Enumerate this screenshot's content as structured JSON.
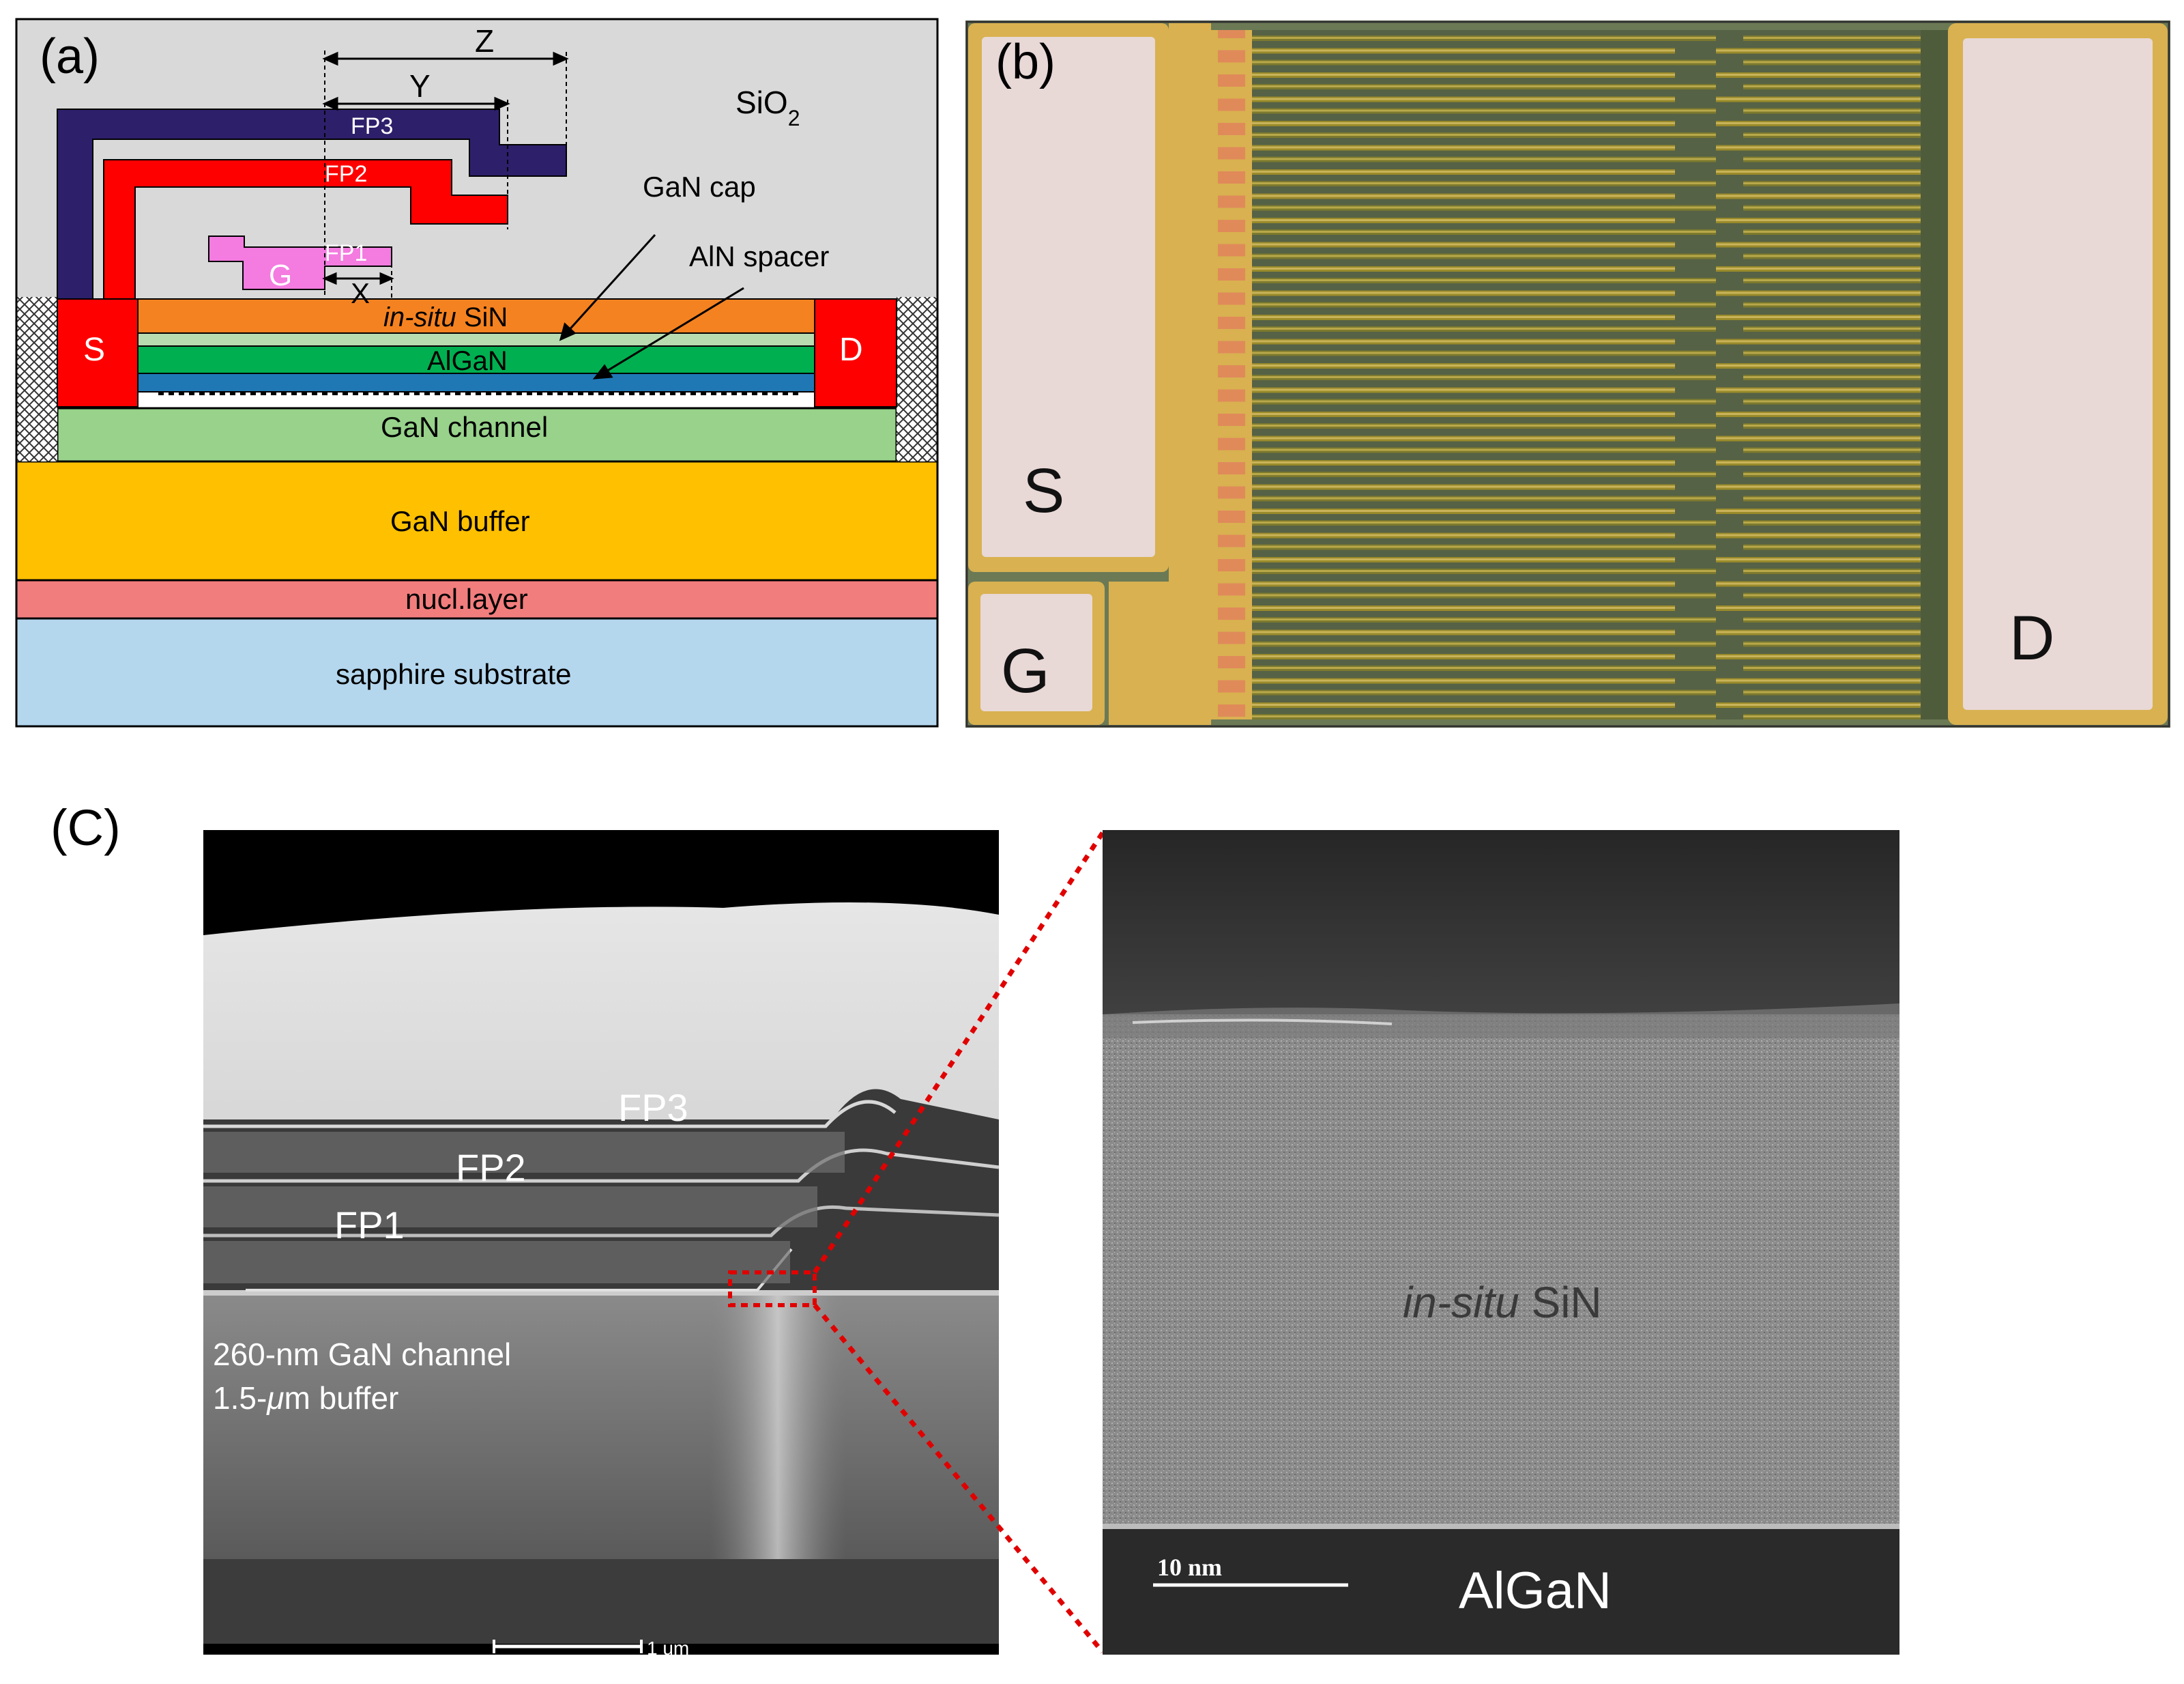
{
  "panel_a": {
    "label": "(a)",
    "sio2_base": "SiO",
    "sio2_sub": "2",
    "dims": {
      "z": "Z",
      "y": "Y",
      "x": "X"
    },
    "plates": {
      "fp3": "FP3",
      "fp2": "FP2",
      "fp1": "FP1",
      "gate": "G"
    },
    "contacts": {
      "source": "S",
      "drain": "D"
    },
    "callouts": {
      "gan_cap": "GaN cap",
      "aln_spacer": "AlN spacer"
    },
    "layers": {
      "insitu_italic": "in-situ",
      "insitu_rest": " SiN",
      "algan": "AlGaN",
      "gan_channel": "GaN channel",
      "gan_buffer": "GaN buffer",
      "nucl": "nucl.layer",
      "substrate": "sapphire substrate"
    },
    "colors": {
      "sio2": "#d9d9d9",
      "fp3": "#2e1f6b",
      "fp2": "#ff0000",
      "gate": "#f47be0",
      "sin": "#f58220",
      "gan_cap": "#b8dcb0",
      "algan": "#00b050",
      "aln": "#1f78b4",
      "channel": "#98d28b",
      "buffer": "#ffc000",
      "nucl": "#f27d7d",
      "substrate": "#b4d7ee"
    }
  },
  "panel_b": {
    "label": "(b)",
    "pads": {
      "source": "S",
      "gate": "G",
      "drain": "D"
    },
    "colors": {
      "background": "#6b7a55",
      "gold": "#d9b150",
      "pad": "#e8d8d6",
      "finger": "#8f8425"
    }
  },
  "panel_c": {
    "label": "(C)",
    "plates": {
      "fp3": "FP3",
      "fp2": "FP2",
      "fp1": "FP1"
    },
    "channel_line1": "260-nm GaN channel",
    "channel_line2_pre": "1.5-",
    "channel_line2_italic": "μ",
    "channel_line2_post": "m buffer",
    "scale_left": "1 um",
    "tem_italic": "in-situ",
    "tem_rest": " SiN",
    "scale_right": "10 nm",
    "algan": "AlGaN",
    "colors": {
      "zoom_box": "#e00000"
    }
  }
}
